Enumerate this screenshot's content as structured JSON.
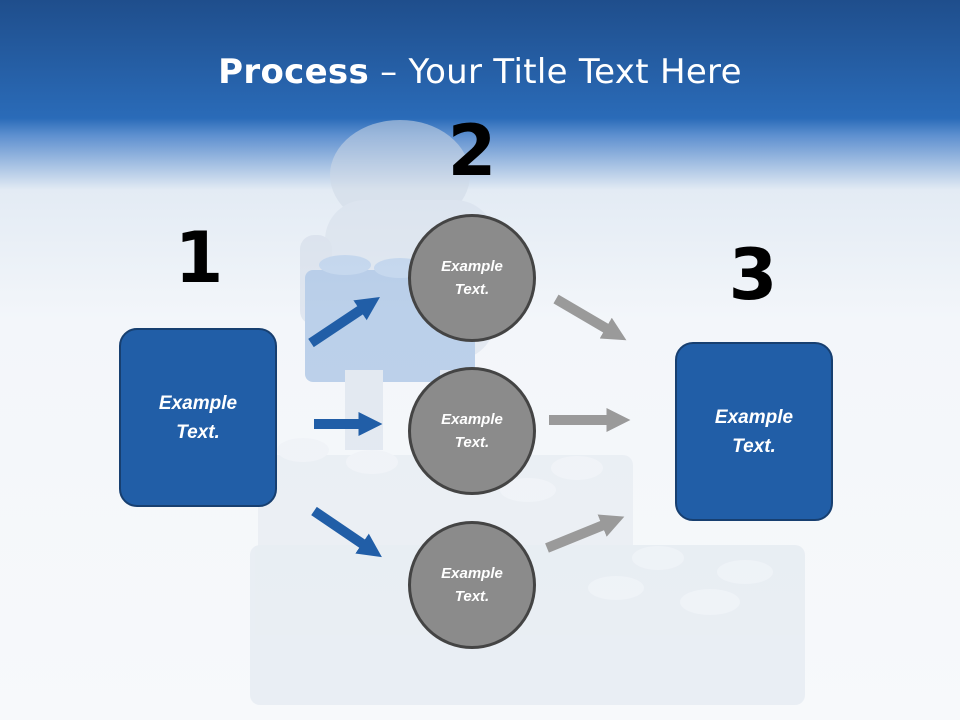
{
  "title": {
    "bold": "Process",
    "rest": " – Your Title Text Here"
  },
  "steps": [
    {
      "number": "1"
    },
    {
      "number": "2"
    },
    {
      "number": "3"
    }
  ],
  "left_box": {
    "line1": "Example",
    "line2": "Text."
  },
  "right_box": {
    "line1": "Example",
    "line2": "Text."
  },
  "circles": [
    {
      "line1": "Example",
      "line2": "Text."
    },
    {
      "line1": "Example",
      "line2": "Text."
    },
    {
      "line1": "Example",
      "line2": "Text."
    }
  ],
  "colors": {
    "header_blue": "#2a6bb8",
    "box_fill": "#215ea7",
    "box_border": "#173f70",
    "circle_fill": "#8b8b8b",
    "circle_border": "#444444",
    "blue_arrow": "#215ea7",
    "gray_arrow": "#9a9a9a"
  }
}
